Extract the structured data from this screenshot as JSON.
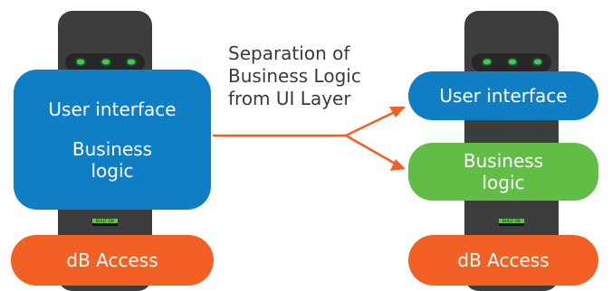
{
  "left_stack": {
    "ui_bl_block": {
      "line1": "User interface",
      "line2": "Business",
      "line3": "logic"
    },
    "badge": "BUILT ON",
    "db_block": "dB Access"
  },
  "caption": {
    "line1": "Separation of",
    "line2": "Business Logic",
    "line3": "from UI Layer"
  },
  "right_stack": {
    "ui_block": "User interface",
    "bl_block": {
      "line1": "Business",
      "line2": "logic"
    },
    "badge": "BUILT ON",
    "db_block": "dB Access"
  },
  "colors": {
    "user_interface": "#0f7ec4",
    "business_logic": "#62bd47",
    "db_access": "#f26026",
    "device": "#3d3d3d",
    "led": "#37d24a",
    "arrow": "#f26026"
  }
}
